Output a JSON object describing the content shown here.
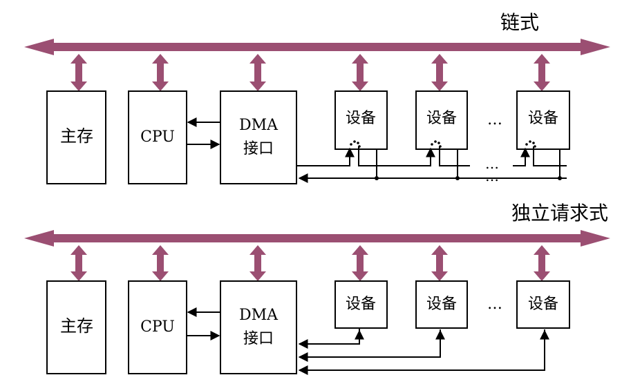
{
  "sections": [
    {
      "title": "链式",
      "memory": "主存",
      "cpu": "CPU",
      "dma_line1": "DMA",
      "dma_line2": "接口",
      "device1": "设备",
      "device2": "设备",
      "device3": "设备",
      "ellipsis": "…",
      "line_ellipsis1": "…",
      "line_ellipsis2": "…"
    },
    {
      "title": "独立请求式",
      "memory": "主存",
      "cpu": "CPU",
      "dma_line1": "DMA",
      "dma_line2": "接口",
      "device1": "设备",
      "device2": "设备",
      "device3": "设备",
      "ellipsis": "…"
    }
  ],
  "colors": {
    "bus": "#9b4f72",
    "line": "#000000"
  }
}
